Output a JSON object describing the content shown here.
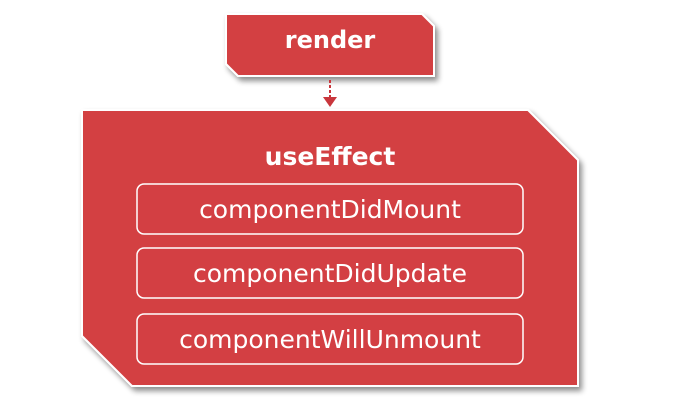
{
  "diagram": {
    "render": {
      "label": "render"
    },
    "container": {
      "title": "useEffect",
      "items": [
        {
          "label": "componentDidMount"
        },
        {
          "label": "componentDidUpdate"
        },
        {
          "label": "componentWillUnmount"
        }
      ]
    }
  },
  "colors": {
    "fill": "#d33f43",
    "stroke": "#ffffff",
    "shadow": "#8c8c8c",
    "arrow": "#c9363c"
  }
}
